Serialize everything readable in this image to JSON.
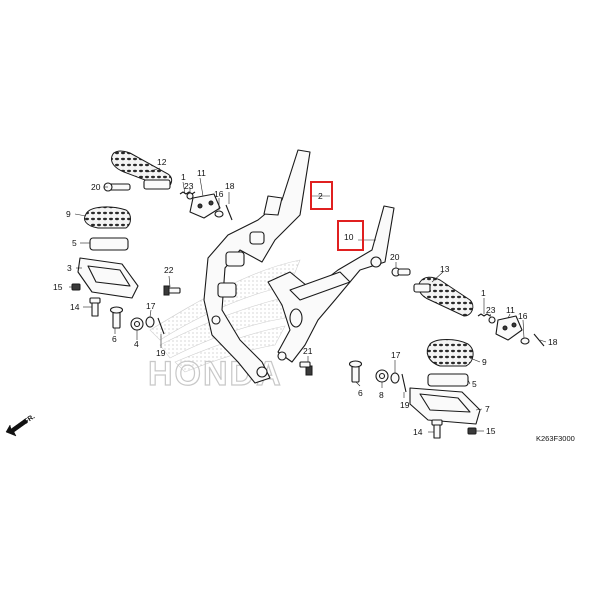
{
  "diagram": {
    "brand_watermark": "HONDA",
    "diagram_code": "K263F3000",
    "direction_label": "FR.",
    "highlight_color": "#e02020",
    "callouts": [
      {
        "id": "c12",
        "label": "12"
      },
      {
        "id": "c11a",
        "label": "11"
      },
      {
        "id": "c1a",
        "label": "1"
      },
      {
        "id": "c23a",
        "label": "23"
      },
      {
        "id": "c20a",
        "label": "20"
      },
      {
        "id": "c16a",
        "label": "16"
      },
      {
        "id": "c18a",
        "label": "18"
      },
      {
        "id": "c9a",
        "label": "9"
      },
      {
        "id": "c5a",
        "label": "5"
      },
      {
        "id": "c3",
        "label": "3"
      },
      {
        "id": "c22",
        "label": "22"
      },
      {
        "id": "c15a",
        "label": "15"
      },
      {
        "id": "c17a",
        "label": "17"
      },
      {
        "id": "c14a",
        "label": "14"
      },
      {
        "id": "c6a",
        "label": "6"
      },
      {
        "id": "c4",
        "label": "4"
      },
      {
        "id": "c19a",
        "label": "19"
      },
      {
        "id": "c2",
        "label": "2"
      },
      {
        "id": "c10",
        "label": "10"
      },
      {
        "id": "c20b",
        "label": "20"
      },
      {
        "id": "c13",
        "label": "13"
      },
      {
        "id": "c1b",
        "label": "1"
      },
      {
        "id": "c23b",
        "label": "23"
      },
      {
        "id": "c11b",
        "label": "11"
      },
      {
        "id": "c16b",
        "label": "16"
      },
      {
        "id": "c18b",
        "label": "18"
      },
      {
        "id": "c9b",
        "label": "9"
      },
      {
        "id": "c21",
        "label": "21"
      },
      {
        "id": "c17b",
        "label": "17"
      },
      {
        "id": "c6b",
        "label": "6"
      },
      {
        "id": "c8",
        "label": "8"
      },
      {
        "id": "c19b",
        "label": "19"
      },
      {
        "id": "c5b",
        "label": "5"
      },
      {
        "id": "c7",
        "label": "7"
      },
      {
        "id": "c14b",
        "label": "14"
      },
      {
        "id": "c15b",
        "label": "15"
      }
    ]
  }
}
